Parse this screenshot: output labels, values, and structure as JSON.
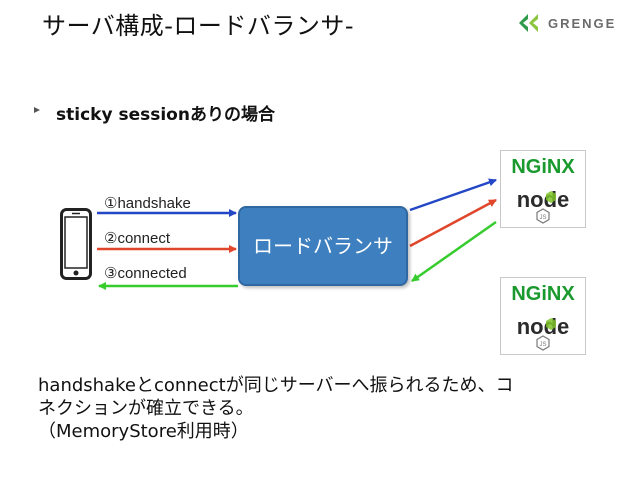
{
  "title": "サーバ構成-ロードバランサ-",
  "logo": {
    "text": "GRENGE",
    "icon": "grenge-leaf-logo"
  },
  "bullet": {
    "text": "sticky sessionありの場合"
  },
  "diagram": {
    "client_icon": "smartphone-icon",
    "arrows": [
      {
        "label": "①handshake",
        "color": "#2447c6"
      },
      {
        "label": "②connect",
        "color": "#e0462b"
      },
      {
        "label": "③connected",
        "color": "#36cc2e"
      }
    ],
    "load_balancer": {
      "label": "ロードバランサ",
      "color": "#3d7fbf"
    },
    "servers": [
      {
        "web": "NGiNX",
        "app": "node"
      },
      {
        "web": "NGiNX",
        "app": "node"
      }
    ]
  },
  "description": {
    "line1": "handshakeとconnectが同じサーバーへ振られるため、コ",
    "line2": "ネクションが確立できる。",
    "line3": "（MemoryStore利用時）"
  }
}
